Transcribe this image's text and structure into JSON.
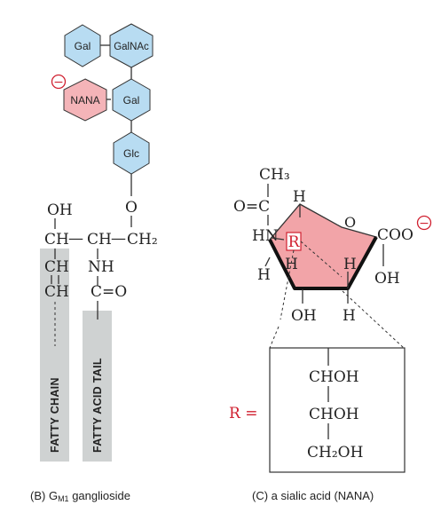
{
  "colors": {
    "galactose_fill": "#b8dcf2",
    "nana_fill": "#f4b4b8",
    "ring_fill": "#f2a4a8",
    "tail_gray": "#cfd2d2",
    "charge_red": "#d02030"
  },
  "panel_b": {
    "sugars": {
      "gal_top": "Gal",
      "galnac": "GalNAc",
      "nana": "NANA",
      "gal_mid": "Gal",
      "glc": "Glc"
    },
    "charge": "−",
    "glyco_o": "O",
    "oh": "OH",
    "ch_1": "CH",
    "dash_1": "—",
    "ch_2": "CH",
    "dash_2": "—",
    "ch2": "CH₂",
    "ch_3": "CH",
    "nh": "NH",
    "ch_4": "CH",
    "carbonyl": "C=O",
    "fatty_chain": "FATTY CHAIN",
    "fatty_acid_tail": "FATTY ACID TAIL",
    "caption_prefix": "(B) G",
    "caption_sub": "M1",
    "caption_suffix": " ganglioside"
  },
  "panel_c": {
    "ch3": "CH₃",
    "carbonyl_o": "O=C",
    "h_top": "H",
    "ring_o": "O",
    "hn": "HN",
    "r_box": "R",
    "coo": "COO",
    "charge": "−",
    "h_left": "H",
    "h_inner_left": "H",
    "h_inner_right": "H",
    "oh_right": "OH",
    "oh_bottom": "OH",
    "h_bottom": "H",
    "r_equals": "R =",
    "chain": [
      "CHOH",
      "CHOH",
      "CH₂OH"
    ],
    "caption": "(C) a sialic acid (NANA)"
  }
}
